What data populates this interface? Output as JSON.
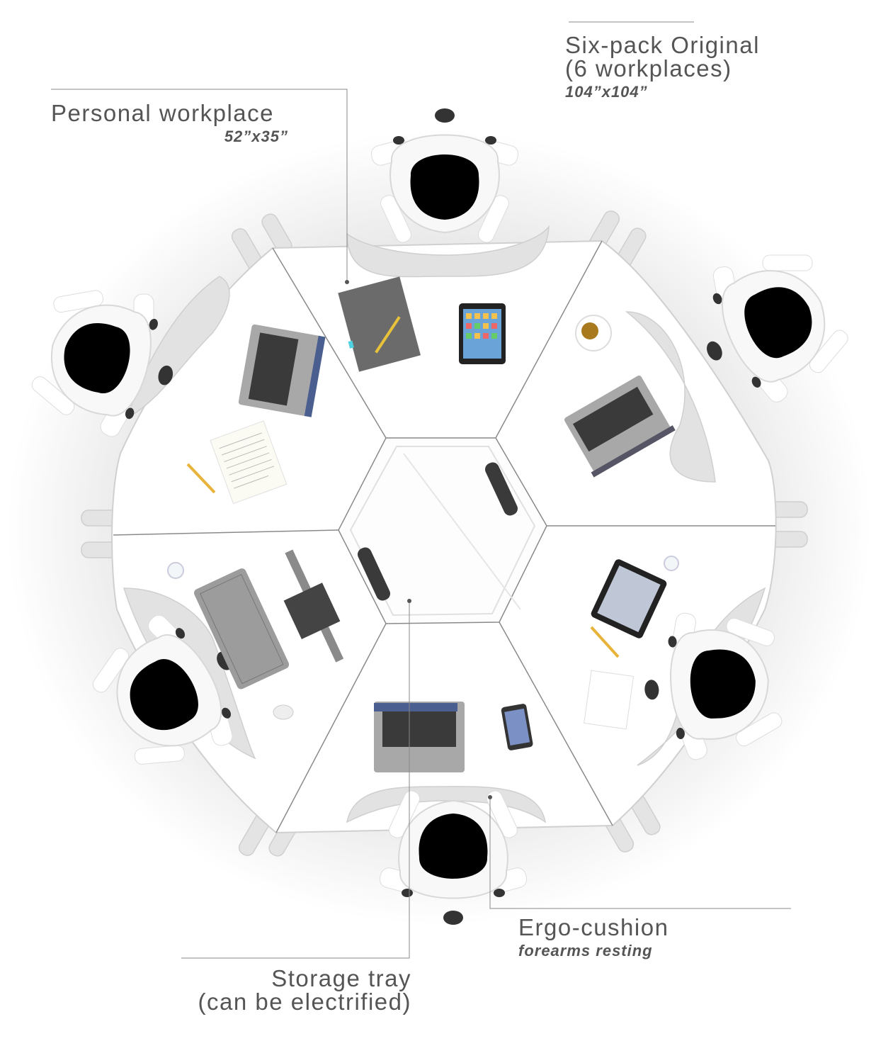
{
  "annotations": {
    "six_pack": {
      "title_line1": "Six-pack Original",
      "title_line2": "(6 workplaces)",
      "size": "104”x104”"
    },
    "personal_workplace": {
      "title": "Personal workplace",
      "size": "52”x35”"
    },
    "ergo_cushion": {
      "title": "Ergo-cushion",
      "subtitle": "forearms resting"
    },
    "storage_tray": {
      "title_line1": "Storage tray",
      "title_line2": "(can be electrified)"
    }
  },
  "colors": {
    "desk": "#ffffff",
    "floor_shadow": "#e6e6e6",
    "cushion": "#dcdcdc",
    "chair_seat": "#000000",
    "chair_shell": "#f7f7f7",
    "laptop": "#9a9a9a",
    "notebook": "#6b6b6b",
    "leader_line": "#888888",
    "text": "#555555"
  },
  "icons": [
    "office-chair-icon",
    "laptop-icon",
    "tablet-icon",
    "phone-icon",
    "keyboard-icon",
    "monitor-icon",
    "mouse-icon",
    "coffee-cup-icon",
    "pencil-icon",
    "notebook-icon",
    "paper-sheet-icon",
    "glass-icon"
  ]
}
